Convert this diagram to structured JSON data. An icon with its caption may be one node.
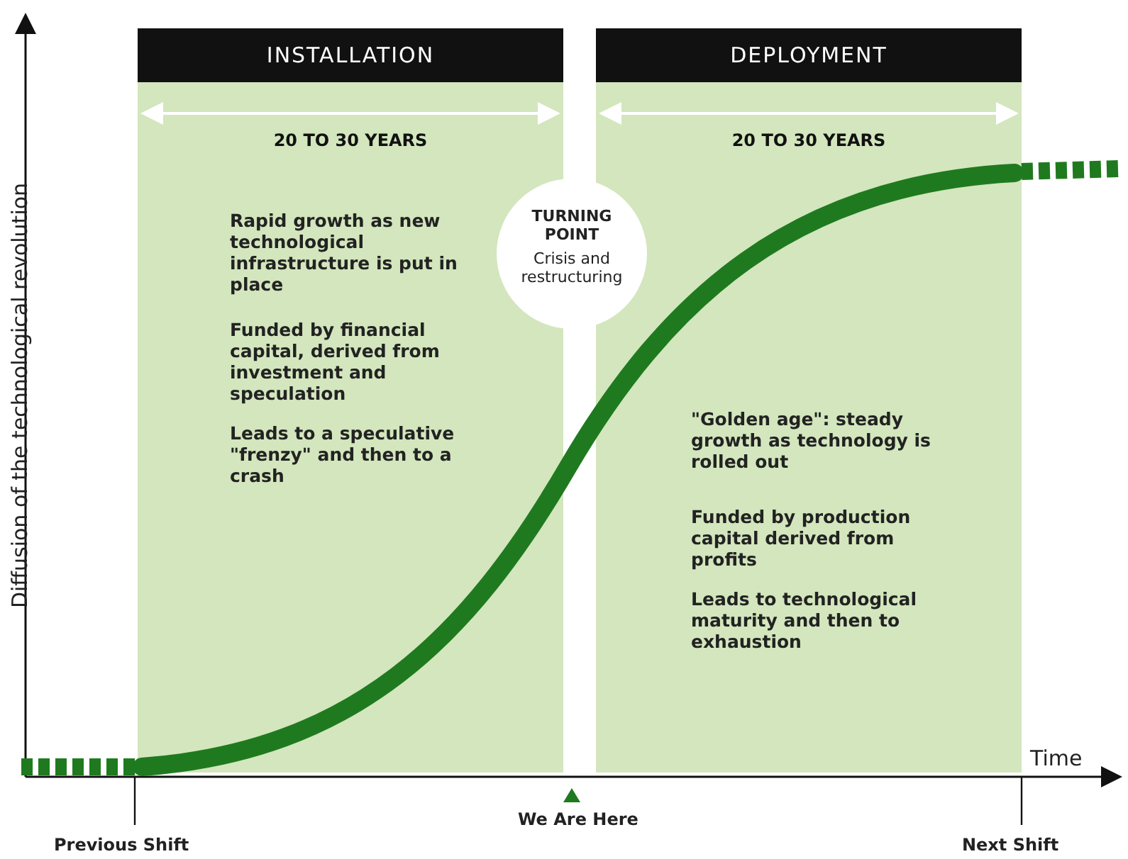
{
  "diagram": {
    "nodes": [
      {
        "text": [
          "INSTALLATION",
          "20 TO 30 YEARS",
          "Rapid growth as new technological infrastructure is put in place",
          "Funded by financial capital, derived from investment and speculation",
          "Leads to a speculative \"frenzy\" and then to a crash"
        ]
      },
      {
        "text": [
          "DEPLOYMENT",
          "20 TO 30 YEARS",
          "\"Golden age\": steady growth as technology is rolled out",
          "Funded by production capital derived from profits",
          "Leads to technological maturity and then to exhaustion"
        ]
      },
      {
        "text": [
          "TURNING POINT",
          "Crisis and restructuring"
        ]
      }
    ],
    "edges": [],
    "labels": [
      "Diffusion of the technological revolution",
      "Time",
      "Previous Shift",
      "We Are Here",
      "Next Shift"
    ]
  }
}
